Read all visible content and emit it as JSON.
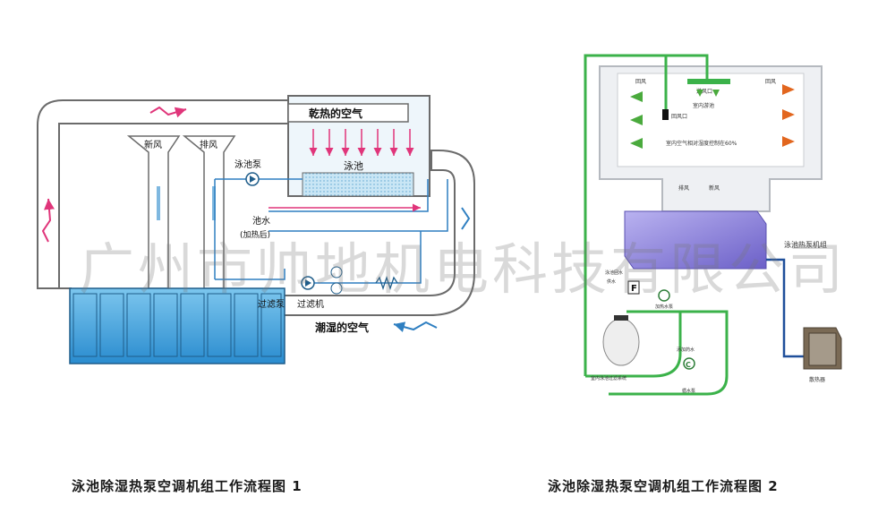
{
  "diagram1": {
    "dry_hot_air": "乾热的空气",
    "pool": "泳池",
    "fresh_air": "新风",
    "exhaust_air": "排风",
    "pool_pump": "泳池泵",
    "pool_water": "池水",
    "heating": "(加热后)",
    "filter_pump": "过滤泵",
    "filter_machine": "过滤机",
    "humid_air": "潮湿的空气",
    "caption": "泳池除湿热泵空调机组工作流程图 1"
  },
  "diagram2": {
    "return_air": "回风",
    "supply_outlet": "送风口",
    "indoor_pool": "室内游池",
    "return_outlet": "回风口",
    "humidity_note": "室内空气相对湿度控制在60%",
    "exhaust": "排风",
    "fresh": "新风",
    "unit_label": "泳池热泵机组",
    "pipe_label_1": "泳池回水",
    "pipe_label_2": "供水",
    "f_symbol": "F",
    "heat_pump_water": "加热水泵",
    "dosing": "添加药水",
    "c_symbol": "C",
    "filter_system": "室内泳池过滤系统",
    "circulation_pump": "循水泵",
    "radiator": "散热器",
    "caption": "泳池除湿热泵空调机组工作流程图 2"
  },
  "watermark": "广州市帅地机电科技有限公司",
  "colors": {
    "duct_outline": "#6b6b6b",
    "unit_blue": "#3aa0d8",
    "pipe_blue": "#2f7fc1",
    "pipe_green": "#3bb24a",
    "arrow_pink": "#e0357a",
    "purple_unit": "#8a7fd8"
  }
}
